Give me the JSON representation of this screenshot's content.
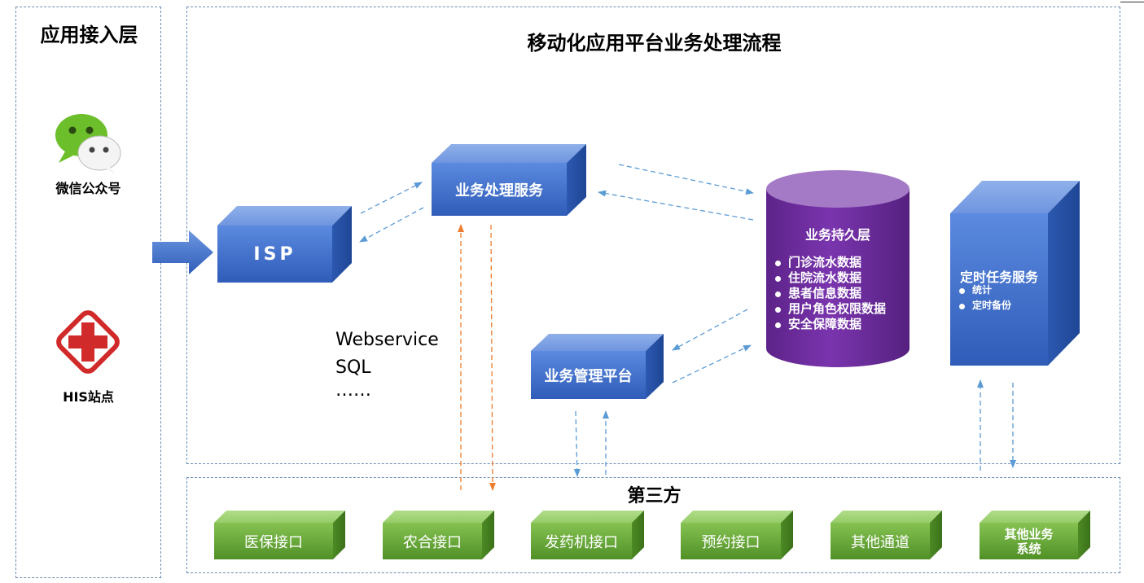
{
  "left_panel": {
    "title": "应用接入层",
    "channels": [
      {
        "label": "微信公众号",
        "icon": "wechat-icon"
      },
      {
        "label": "HIS站点",
        "icon": "medical-cross-icon"
      }
    ]
  },
  "process_panel": {
    "title": "移动化应用平台业务处理流程",
    "isp": "ISP",
    "business_service": "业务处理服务",
    "management_platform": "业务管理平台",
    "protocol_notes": [
      "Webservice",
      "SQL",
      "……"
    ],
    "persistence": {
      "title": "业务持久层",
      "items": [
        "门诊流水数据",
        "住院流水数据",
        "患者信息数据",
        "用户角色权限数据",
        "安全保障数据"
      ]
    },
    "timer_service": {
      "title": "定时任务服务",
      "items": [
        "统计",
        "定时备份"
      ]
    }
  },
  "third_party": {
    "title": "第三方",
    "interfaces": [
      "医保接口",
      "农合接口",
      "发药机接口",
      "预约接口",
      "其他通道",
      "其他业务\n系统"
    ]
  },
  "colors": {
    "blue_box": "#4a78cc",
    "purple_cylinder": "#7030a0",
    "green_box": "#6aaa3c",
    "arrow_blue": "#5b9bd5",
    "arrow_orange": "#ed7d31",
    "dash_border": "#6c8db3"
  }
}
